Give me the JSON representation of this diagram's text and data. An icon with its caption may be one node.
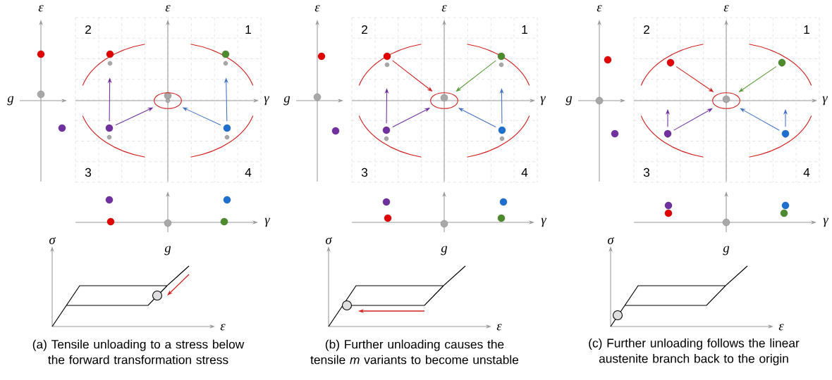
{
  "diagram": {
    "nodes": [
      {
        "text": [],
        "shape": "circle"
      },
      {
        "text": [],
        "shape": "circle"
      },
      {
        "text": [],
        "shape": "ellipse"
      },
      {
        "text": [],
        "shape": "circle"
      },
      {
        "text": [],
        "shape": "circle"
      },
      {
        "text": [],
        "shape": "circle"
      },
      {
        "text": [],
        "shape": "circle"
      },
      {
        "text": [],
        "shape": "ellipse"
      },
      {
        "text": [],
        "shape": "circle"
      },
      {
        "text": [],
        "shape": "circle"
      },
      {
        "text": [],
        "shape": "circle"
      },
      {
        "text": [],
        "shape": "circle"
      },
      {
        "text": [],
        "shape": "ellipse"
      },
      {
        "text": [],
        "shape": "circle"
      },
      {
        "text": [],
        "shape": "circle"
      }
    ],
    "edges": [
      {
        "from": 3,
        "to": 2,
        "arrow": "to",
        "color": "#7030a0"
      },
      {
        "from": 3,
        "to": 0,
        "arrow": "to",
        "color": "#7030a0"
      },
      {
        "from": 4,
        "to": 2,
        "arrow": "to",
        "color": "#4472c4"
      },
      {
        "from": 4,
        "to": 1,
        "arrow": "to",
        "color": "#4472c4"
      },
      {
        "from": 5,
        "to": 7,
        "arrow": "to",
        "color": "#d02020"
      },
      {
        "from": 6,
        "to": 7,
        "arrow": "to",
        "color": "#5a9a3a"
      },
      {
        "from": 8,
        "to": 7,
        "arrow": "to",
        "color": "#7030a0"
      },
      {
        "from": 8,
        "to": 5,
        "arrow": "to",
        "color": "#7030a0"
      },
      {
        "from": 9,
        "to": 7,
        "arrow": "to",
        "color": "#4472c4"
      },
      {
        "from": 9,
        "to": 6,
        "arrow": "to",
        "color": "#4472c4"
      },
      {
        "from": 10,
        "to": 12,
        "arrow": "to",
        "color": "#d02020"
      },
      {
        "from": 11,
        "to": 12,
        "arrow": "to",
        "color": "#5a9a3a"
      },
      {
        "from": 13,
        "to": 12,
        "arrow": "to",
        "color": "#7030a0"
      },
      {
        "from": 13,
        "to": null,
        "arrow": "to",
        "color": "#7030a0"
      },
      {
        "from": 14,
        "to": 12,
        "arrow": "to",
        "color": "#4472c4"
      },
      {
        "from": 14,
        "to": null,
        "arrow": "to",
        "color": "#4472c4"
      }
    ],
    "labels": [
      "ε",
      "ε",
      "2",
      "1",
      "g",
      "γ",
      "3",
      "4",
      "γ",
      "σ",
      "g",
      "ε",
      "ε",
      "ε",
      "2",
      "1",
      "g",
      "γ",
      "3",
      "4",
      "γ",
      "σ",
      "g",
      "ε",
      "ε",
      "ε",
      "2",
      "1",
      "g",
      "γ",
      "3",
      "4",
      "γ",
      "σ",
      "g",
      "ε",
      "(a) Tensile unloading to a stress below the forward transformation stress",
      "(b) Further unloading causes the tensile *m* variants to become unstable",
      "(c) Further unloading follows the linear austenite branch back to the origin"
    ]
  }
}
